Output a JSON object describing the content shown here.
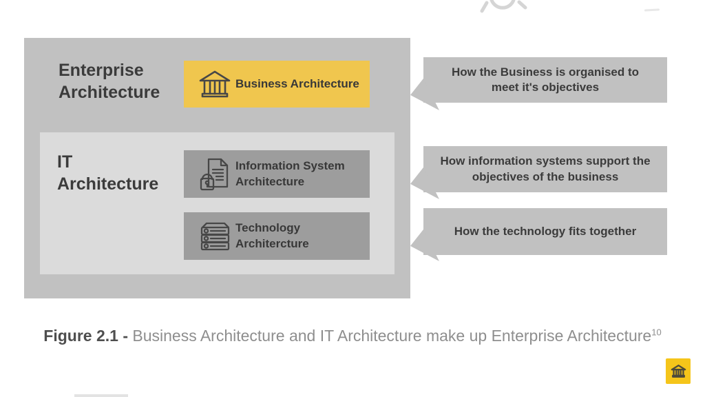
{
  "diagram": {
    "enterprise_label": "Enterprise Architecture",
    "it_label": "IT Architecture",
    "business_box": {
      "label": "Business Architecture",
      "icon": "bank-icon"
    },
    "info_box": {
      "label": "Information System Architecture",
      "icon": "secure-document-icon"
    },
    "tech_box": {
      "label": "Technology Architercture",
      "icon": "server-stack-icon"
    },
    "callouts": [
      {
        "text": "How the Business is organised to meet it's objectives"
      },
      {
        "text": "How information systems support the objectives of the business"
      },
      {
        "text": "How the technology fits together"
      }
    ]
  },
  "caption": {
    "prefix": "Figure 2.1 - ",
    "body": "Business Architecture and IT Architecture make up Enterprise Architecture",
    "superscript": "10"
  },
  "corner_button": {
    "icon": "bank-icon"
  },
  "colors": {
    "box-gray": "#c1c1c1",
    "inner-gray": "#dbdbdb",
    "chip-gray": "#9d9d9d",
    "accent-yellow": "#f0c64e",
    "button-yellow": "#f5c51a",
    "text-dark": "#3b3b3b",
    "caption-bold": "#4e4e4e",
    "caption-light": "#8e8e8e"
  }
}
